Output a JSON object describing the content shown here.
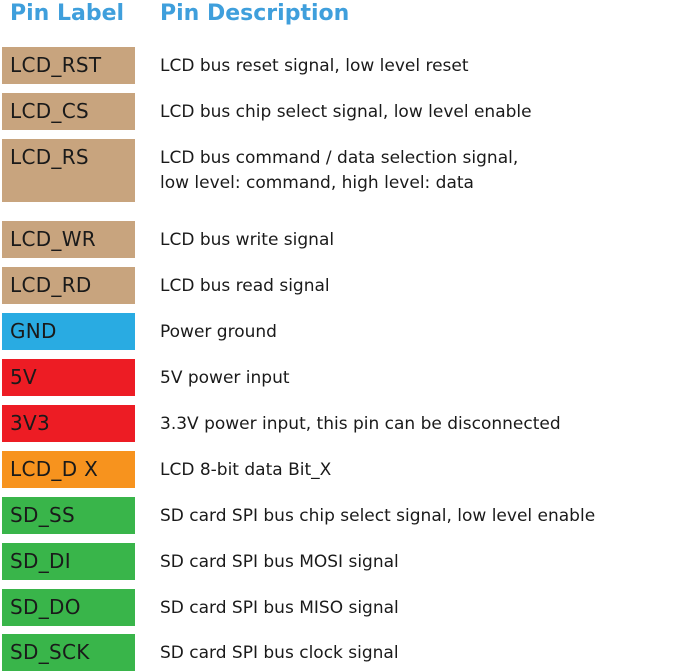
{
  "header": {
    "pin_label": "Pin Label",
    "pin_description": "Pin Description"
  },
  "colors": {
    "header_text": "#3f9fdc",
    "lcd_control": "#c8a47e",
    "ground": "#29abe2",
    "power": "#ed1c24",
    "data": "#f7931e",
    "sd_card": "#39b54a"
  },
  "pins": [
    {
      "label": "LCD_RST",
      "desc": [
        "LCD bus reset signal, low level reset"
      ],
      "color": "#c8a47e"
    },
    {
      "label": "LCD_CS",
      "desc": [
        "LCD bus chip select signal, low level enable"
      ],
      "color": "#c8a47e"
    },
    {
      "label": "LCD_RS",
      "desc": [
        "LCD bus command / data selection signal,",
        "low level: command, high level: data"
      ],
      "color": "#c8a47e"
    },
    {
      "label": "LCD_WR",
      "desc": [
        "LCD bus write signal"
      ],
      "color": "#c8a47e"
    },
    {
      "label": "LCD_RD",
      "desc": [
        "LCD bus read signal"
      ],
      "color": "#c8a47e"
    },
    {
      "label": "GND",
      "desc": [
        "Power ground"
      ],
      "color": "#29abe2"
    },
    {
      "label": "5V",
      "desc": [
        "5V power input"
      ],
      "color": "#ed1c24"
    },
    {
      "label": "3V3",
      "desc": [
        "3.3V power input, this pin can be disconnected"
      ],
      "color": "#ed1c24"
    },
    {
      "label": "LCD_D X",
      "desc": [
        "LCD 8-bit data Bit_X"
      ],
      "color": "#f7931e"
    },
    {
      "label": "SD_SS",
      "desc": [
        "SD card SPI bus chip select signal, low level enable"
      ],
      "color": "#39b54a"
    },
    {
      "label": "SD_DI",
      "desc": [
        "SD card SPI bus MOSI signal"
      ],
      "color": "#39b54a"
    },
    {
      "label": "SD_DO",
      "desc": [
        "SD card SPI bus MISO signal"
      ],
      "color": "#39b54a"
    },
    {
      "label": "SD_SCK",
      "desc": [
        "SD card SPI bus clock signal"
      ],
      "color": "#39b54a"
    }
  ]
}
